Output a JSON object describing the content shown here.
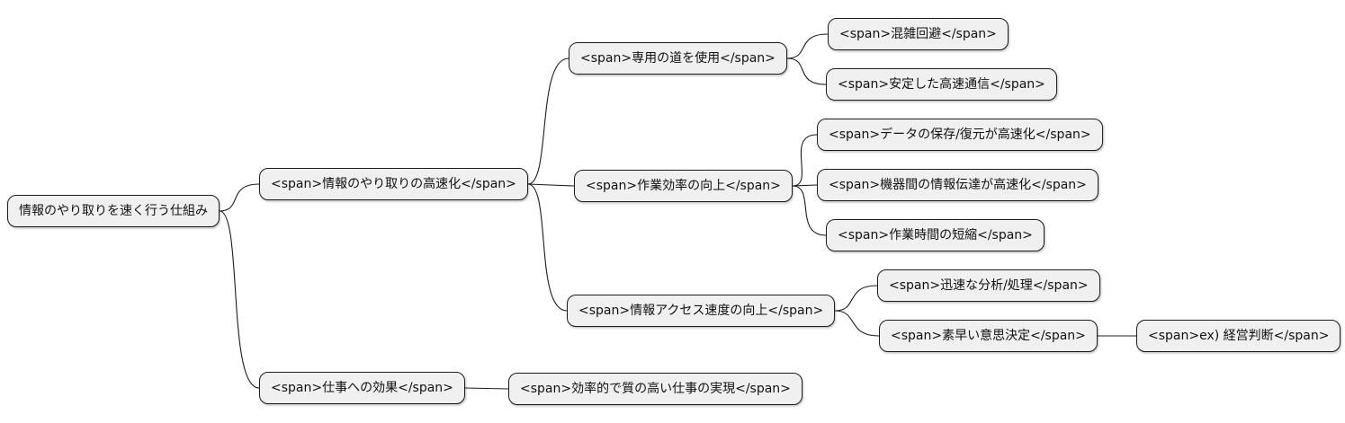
{
  "diagram": {
    "type": "mindmap",
    "background": "#ffffff",
    "node_fill": "#f0f0f0",
    "node_border": "#1c1c1c",
    "link_color": "#1c1c1c",
    "text_color": "#111111"
  },
  "nodes": [
    {
      "id": "root",
      "label": "情報のやり取りを速く行う仕組み"
    },
    {
      "id": "speedup",
      "label": "<span>情報のやり取りの高速化</span>"
    },
    {
      "id": "dedicated-road",
      "label": "<span>専用の道を使用</span>"
    },
    {
      "id": "congestion",
      "label": "<span>混雑回避</span>"
    },
    {
      "id": "stable-comm",
      "label": "<span>安定した高速通信</span>"
    },
    {
      "id": "work-efficiency",
      "label": "<span>作業効率の向上</span>"
    },
    {
      "id": "data-save",
      "label": "<span>データの保存/復元が高速化</span>"
    },
    {
      "id": "device-comm",
      "label": "<span>機器間の情報伝達が高速化</span>"
    },
    {
      "id": "time-reduction",
      "label": "<span>作業時間の短縮</span>"
    },
    {
      "id": "info-access",
      "label": "<span>情報アクセス速度の向上</span>"
    },
    {
      "id": "analysis",
      "label": "<span>迅速な分析/処理</span>"
    },
    {
      "id": "decision",
      "label": "<span>素早い意思決定</span>"
    },
    {
      "id": "example",
      "label": "<span>ex) 経営判断</span>"
    },
    {
      "id": "work-effect",
      "label": "<span>仕事への効果</span>"
    },
    {
      "id": "quality-work",
      "label": "<span>効率的で質の高い仕事の実現</span>"
    }
  ],
  "links": [
    {
      "from": "root",
      "to": "speedup"
    },
    {
      "from": "root",
      "to": "work-effect"
    },
    {
      "from": "speedup",
      "to": "dedicated-road"
    },
    {
      "from": "speedup",
      "to": "work-efficiency"
    },
    {
      "from": "speedup",
      "to": "info-access"
    },
    {
      "from": "dedicated-road",
      "to": "congestion"
    },
    {
      "from": "dedicated-road",
      "to": "stable-comm"
    },
    {
      "from": "work-efficiency",
      "to": "data-save"
    },
    {
      "from": "work-efficiency",
      "to": "device-comm"
    },
    {
      "from": "work-efficiency",
      "to": "time-reduction"
    },
    {
      "from": "info-access",
      "to": "analysis"
    },
    {
      "from": "info-access",
      "to": "decision"
    },
    {
      "from": "decision",
      "to": "example"
    },
    {
      "from": "work-effect",
      "to": "quality-work"
    }
  ]
}
